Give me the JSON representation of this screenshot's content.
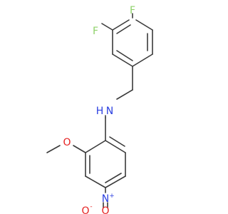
{
  "molecule": {
    "colors": {
      "bond": "#3a3a3a",
      "fluorine": "#8fd26a",
      "nitrogen": "#2b3fe0",
      "oxygen": "#e52222"
    },
    "atoms": {
      "f_top": "F",
      "f_left": "F",
      "nh_n": "N",
      "nh_h": "H",
      "methoxy_o": "O",
      "nitro_n": "N",
      "nitro_n_charge": "+",
      "nitro_o_top": "O",
      "nitro_o_left": "O",
      "nitro_o_charge": "-"
    }
  }
}
